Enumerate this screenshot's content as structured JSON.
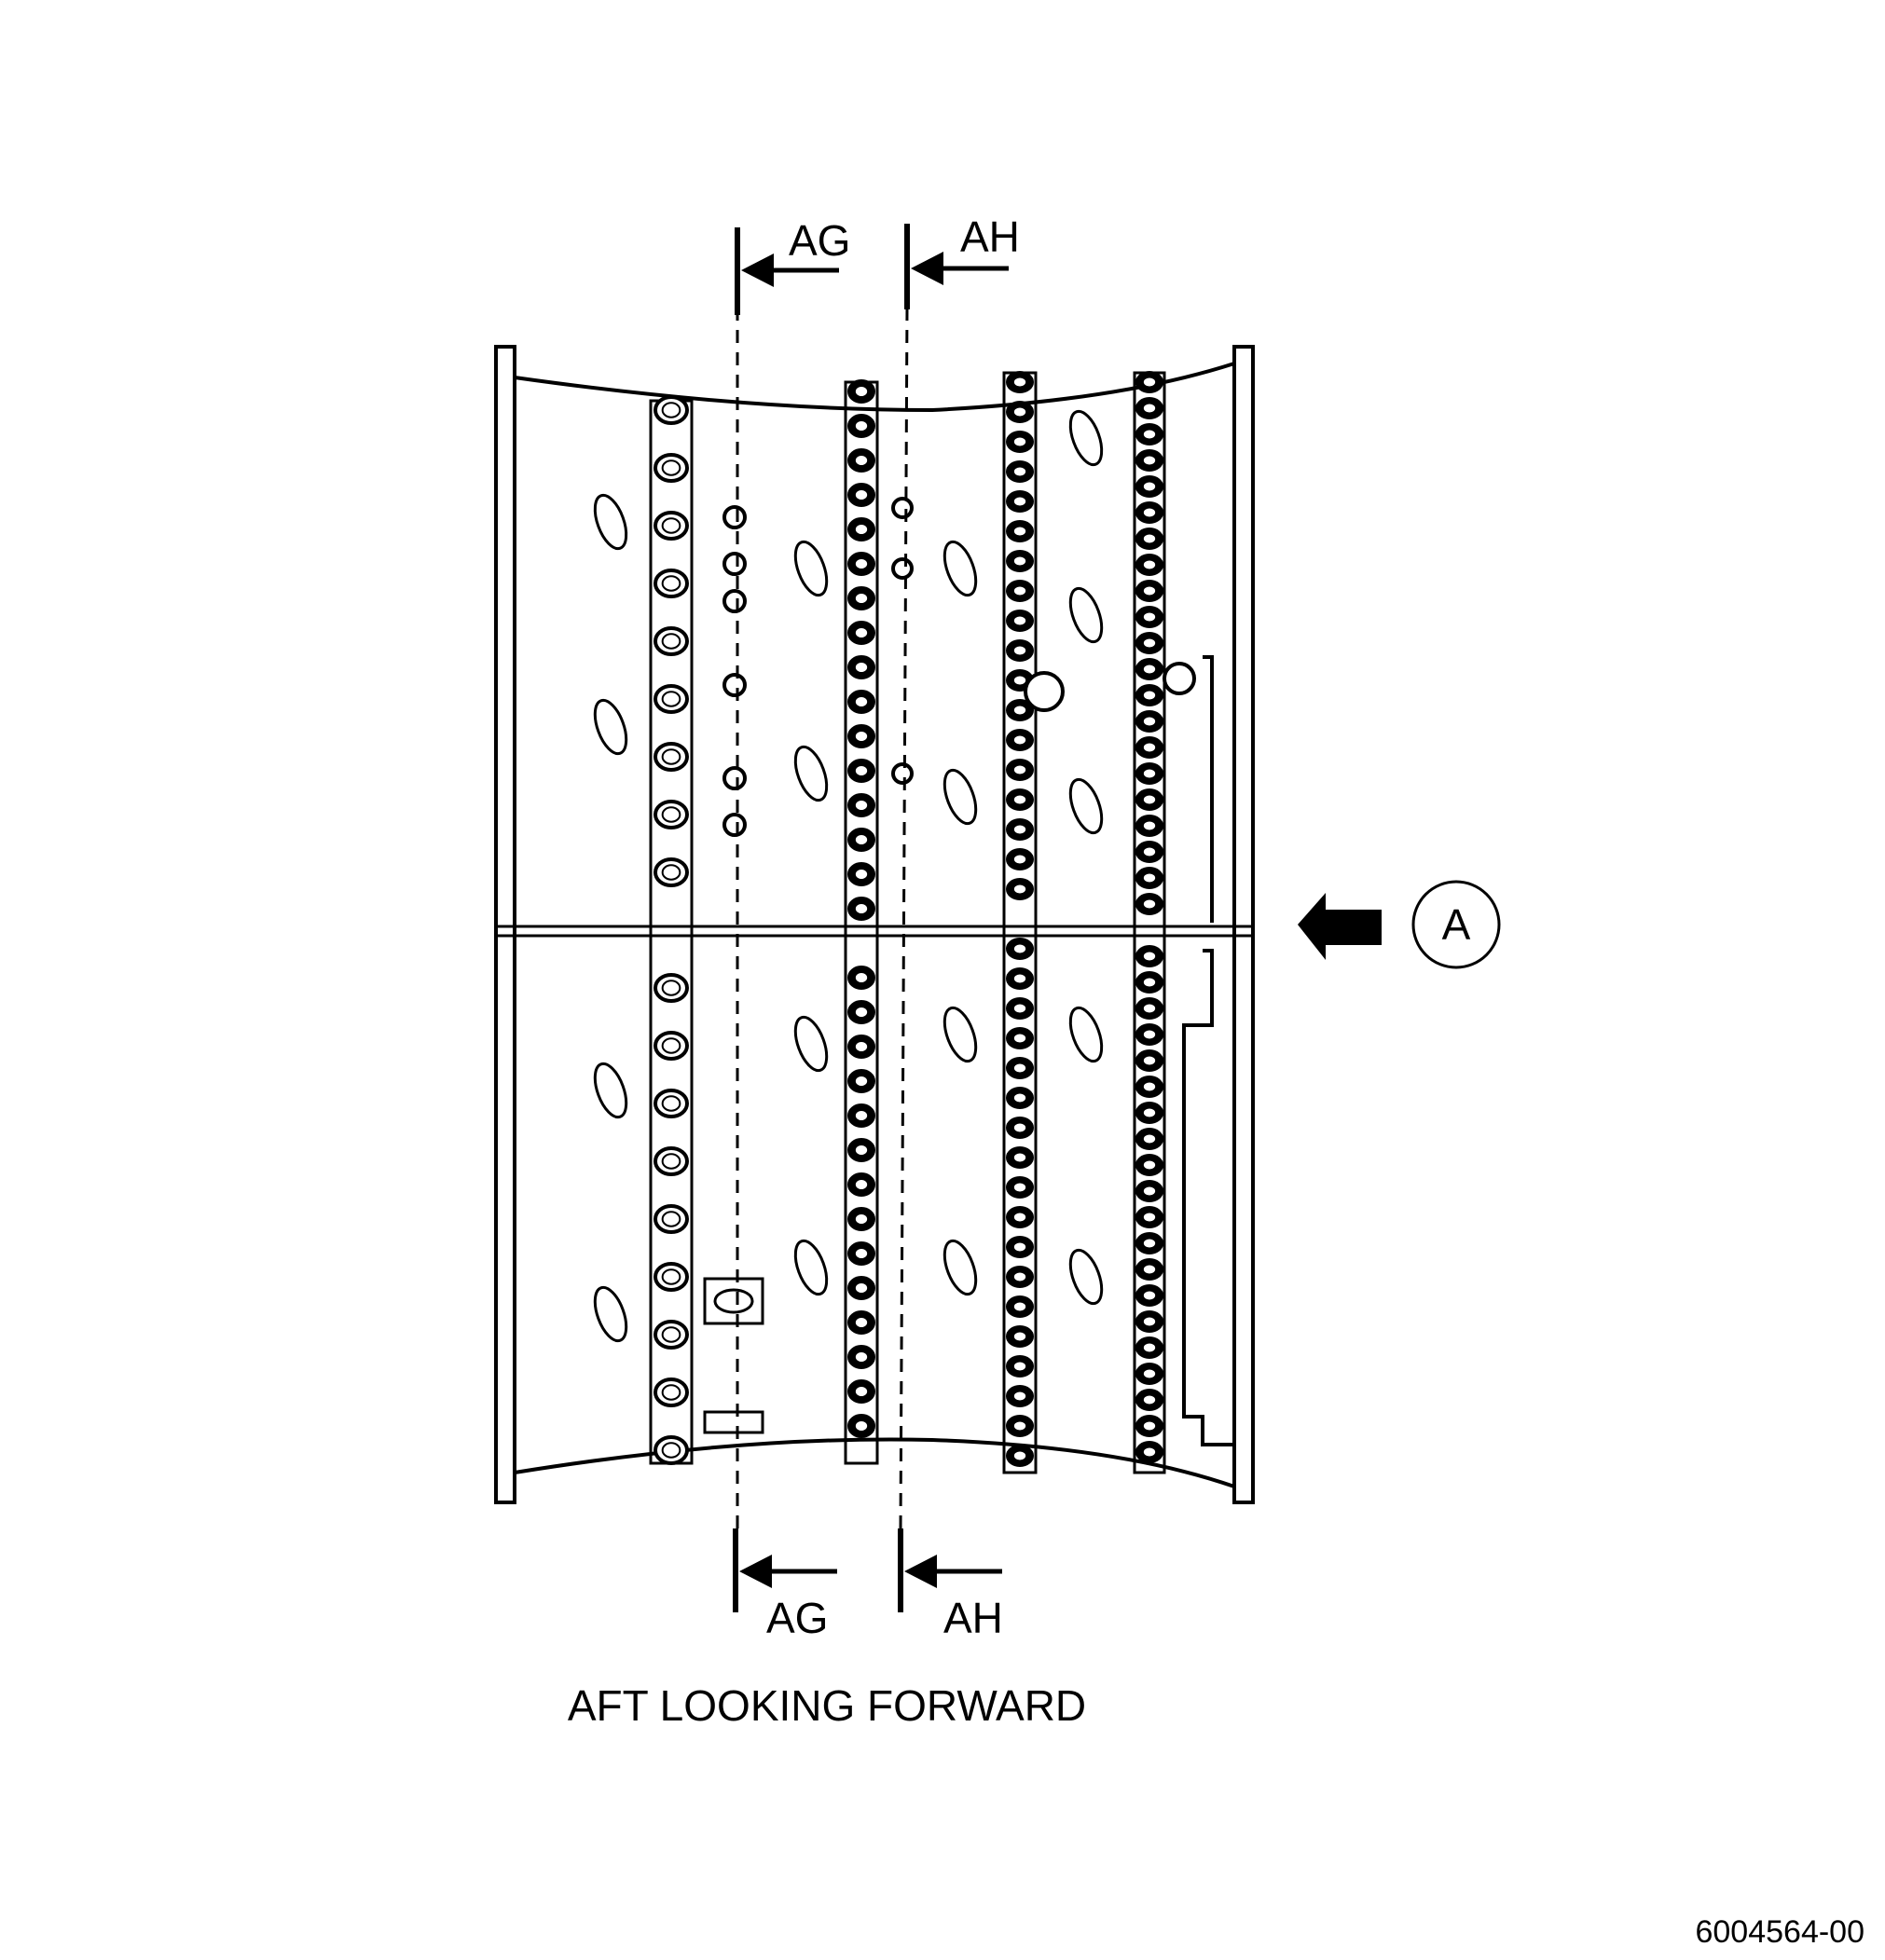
{
  "section_cuts": {
    "top_left": "AG",
    "top_right": "AH",
    "bottom_left": "AG",
    "bottom_right": "AH"
  },
  "view_marker": {
    "label": "A"
  },
  "caption": "AFT LOOKING FORWARD",
  "figure_number": "6004564-00"
}
